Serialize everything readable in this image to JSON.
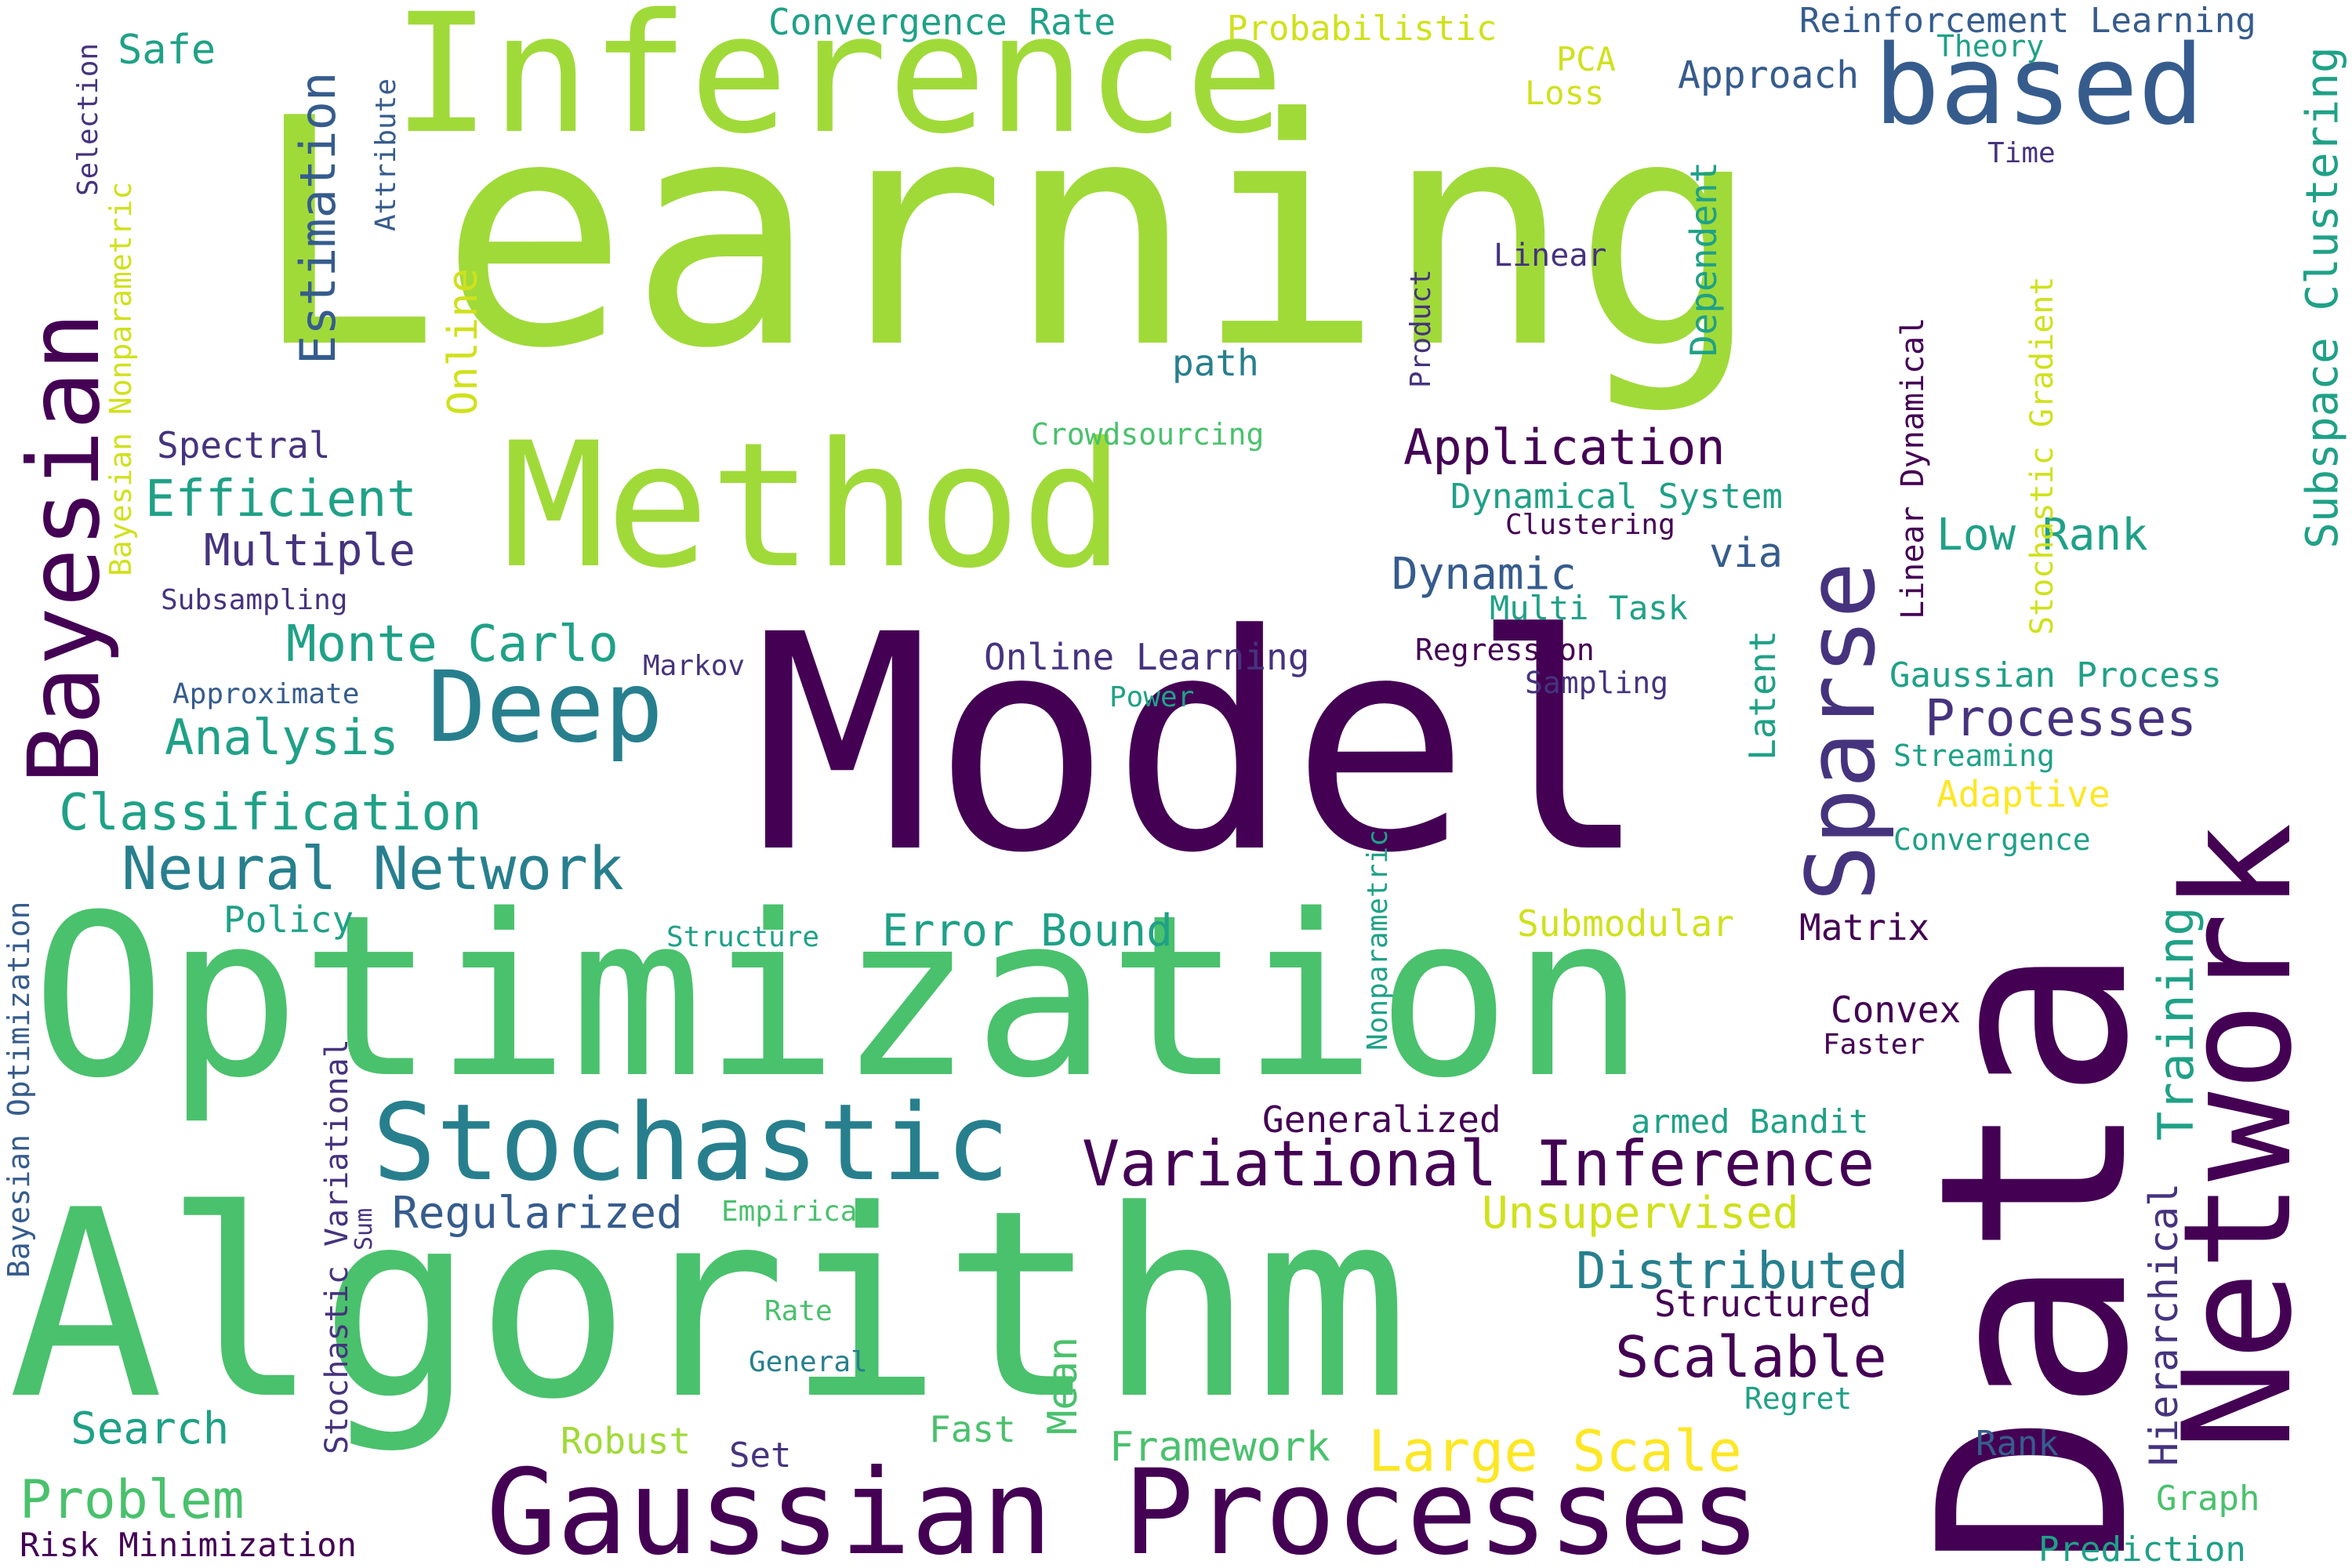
{
  "palette": {
    "dark_purple": "#440154",
    "indigo": "#46337e",
    "slate_blue": "#365c8d",
    "steel_blue": "#277f8e",
    "teal": "#1fa187",
    "green": "#4ac16d",
    "lime": "#a0da39",
    "yellow": "#fde725"
  },
  "words": {
    "learning": "Learning",
    "model": "Model",
    "algorithm": "Algorithm",
    "optimization": "Optimization",
    "data": "Data",
    "inference": "Inference",
    "method": "Method",
    "network": "Network",
    "gaussian_processes": "Gaussian Processes",
    "stochastic": "Stochastic",
    "bayesian": "Bayesian",
    "based": "based",
    "deep": "Deep",
    "sparse": "Sparse",
    "variational_inference": "Variational Inference",
    "neural_network": "Neural Network",
    "classification": "Classification",
    "estimation": "Estimation",
    "monte_carlo": "Monte Carlo",
    "efficient": "Efficient",
    "analysis": "Analysis",
    "processes": "Processes",
    "regularized": "Regularized",
    "distributed": "Distributed",
    "scalable": "Scalable",
    "large_scale": "Large Scale",
    "problem": "Problem",
    "application": "Application",
    "error_bound": "Error Bound",
    "training": "Training",
    "hierarchical": "Hierarchical",
    "subspace_clustering": "Subspace Clustering",
    "multiple": "Multiple",
    "dynamic": "Dynamic",
    "low_rank": "Low Rank",
    "unsupervised": "Unsupervised",
    "convergence_rate": "Convergence Rate",
    "reinforcement_learning": "Reinforcement Learning",
    "approach": "Approach",
    "spectral": "Spectral",
    "online": "Online",
    "online_learning": "Online Learning",
    "dependent": "Dependent",
    "latent": "Latent",
    "mean": "Mean",
    "search": "Search",
    "framework": "Framework",
    "generalized": "Generalized",
    "structured": "Structured",
    "convex": "Convex",
    "matrix": "Matrix",
    "submodular": "Submodular",
    "gaussian_process": "Gaussian Process",
    "adaptive": "Adaptive",
    "linear_dynamical": "Linear Dynamical",
    "stochastic_gradient": "Stochastic Gradient",
    "dynamical_system": "Dynamical System",
    "multi_task": "Multi Task",
    "via": "via",
    "safe": "Safe",
    "probabilistic": "Probabilistic",
    "pca": "PCA",
    "loss": "Loss",
    "theory": "Theory",
    "time": "Time",
    "linear": "Linear",
    "product": "Product",
    "path": "path",
    "crowdsourcing": "Crowdsourcing",
    "clustering": "Clustering",
    "regression": "Regression",
    "sampling": "Sampling",
    "power": "Power",
    "markov": "Markov",
    "approximate": "Approximate",
    "subsampling": "Subsampling",
    "selection": "Selection",
    "bayesian_nonparametric": "Bayesian Nonparametric",
    "attribute": "Attribute",
    "policy": "Policy",
    "structure": "Structure",
    "stochastic_variational": "Stochastic Variational",
    "bayesian_optimization": "Bayesian Optimization",
    "sum": "Sum",
    "empirical": "Empirical",
    "rate": "Rate",
    "general": "General",
    "robust": "Robust",
    "set": "Set",
    "fast": "Fast",
    "risk_minimization": "Risk Minimization",
    "nonparametric": "Nonparametric",
    "armed_bandit": "armed Bandit",
    "faster": "Faster",
    "streaming": "Streaming",
    "convergence": "Convergence",
    "regret": "Regret",
    "rank": "Rank",
    "graph": "Graph",
    "prediction": "Prediction"
  }
}
